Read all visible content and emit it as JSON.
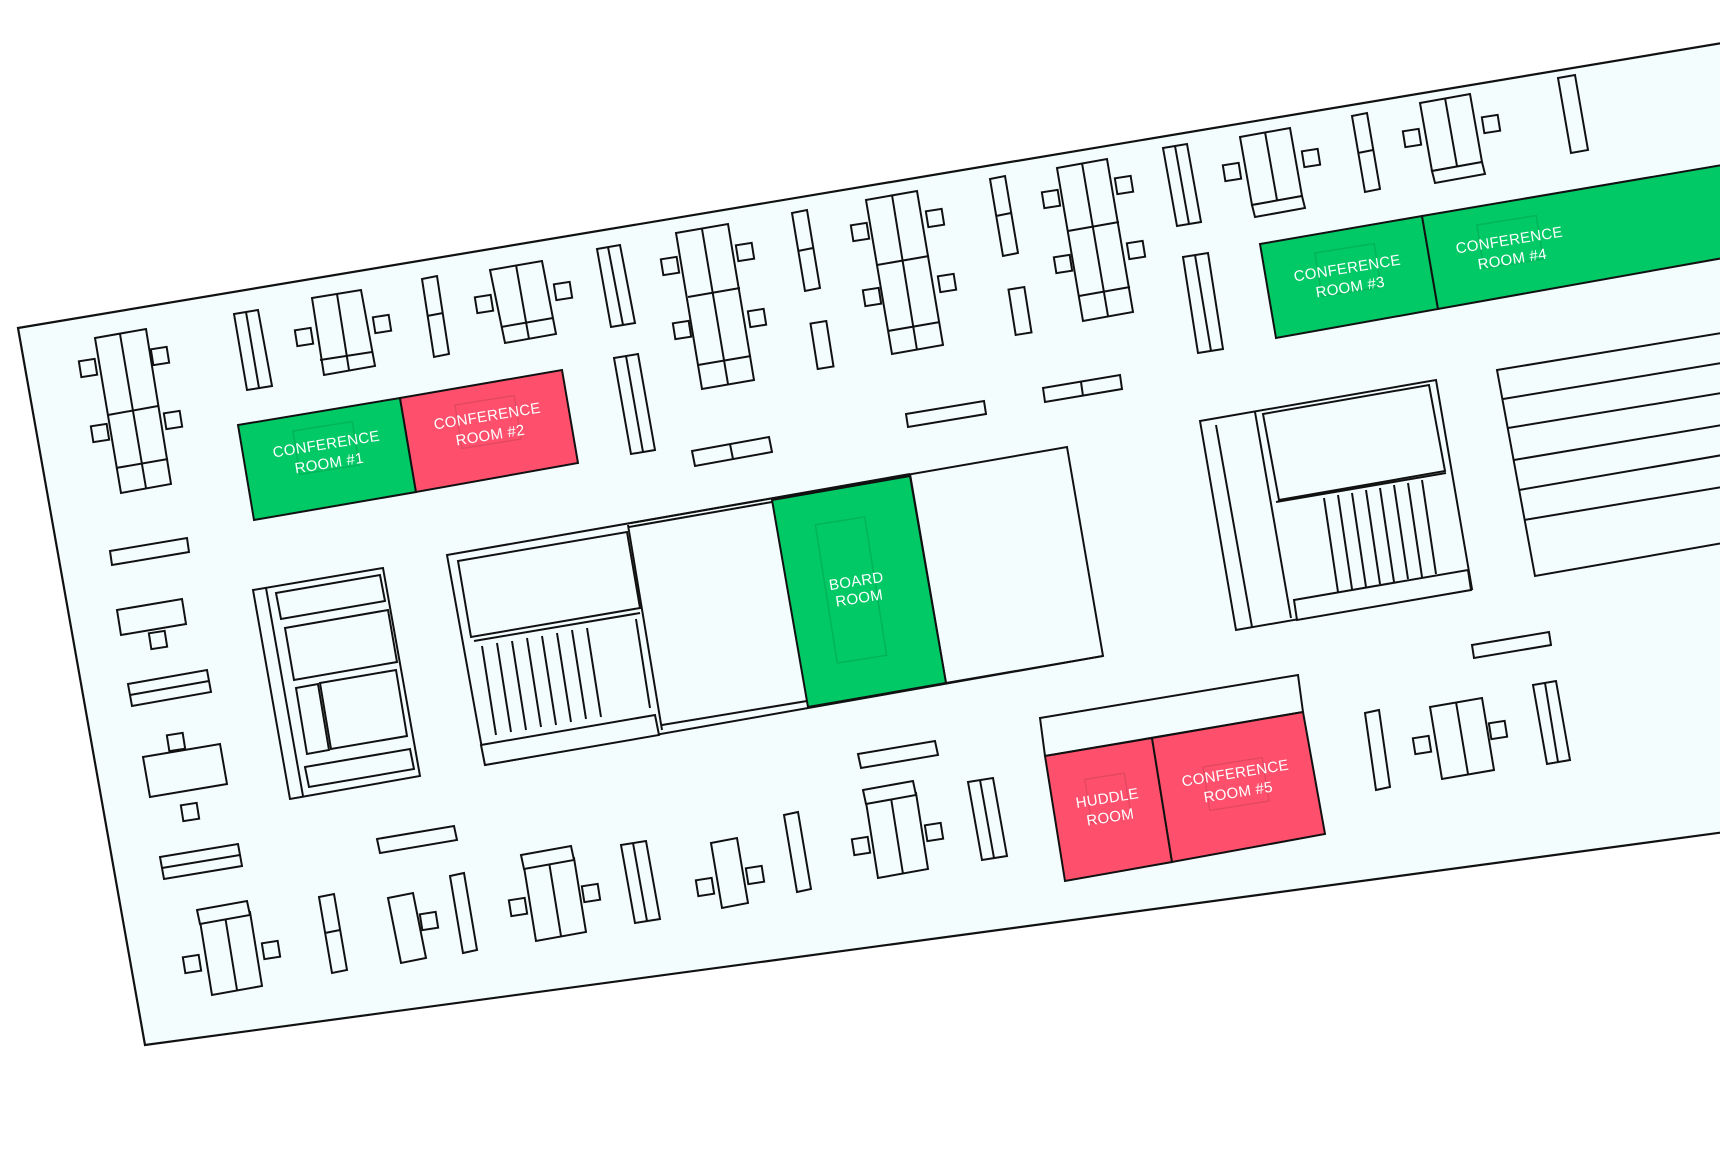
{
  "floor_plan": {
    "status_colors": {
      "available": "#00c965",
      "occupied": "#fe506c"
    },
    "rooms": [
      {
        "id": "conference-room-1",
        "line1": "CONFERENCE",
        "line2": "ROOM #1",
        "status": "available"
      },
      {
        "id": "conference-room-2",
        "line1": "CONFERENCE",
        "line2": "ROOM #2",
        "status": "occupied"
      },
      {
        "id": "conference-room-3",
        "line1": "CONFERENCE",
        "line2": "ROOM #3",
        "status": "available"
      },
      {
        "id": "conference-room-4",
        "line1": "CONFERENCE",
        "line2": "ROOM #4",
        "status": "available"
      },
      {
        "id": "board-room",
        "line1": "BOARD",
        "line2": "ROOM",
        "status": "available"
      },
      {
        "id": "huddle-room",
        "line1": "HUDDLE",
        "line2": "ROOM",
        "status": "occupied"
      },
      {
        "id": "conference-room-5",
        "line1": "CONFERENCE",
        "line2": "ROOM #5",
        "status": "occupied"
      }
    ]
  }
}
